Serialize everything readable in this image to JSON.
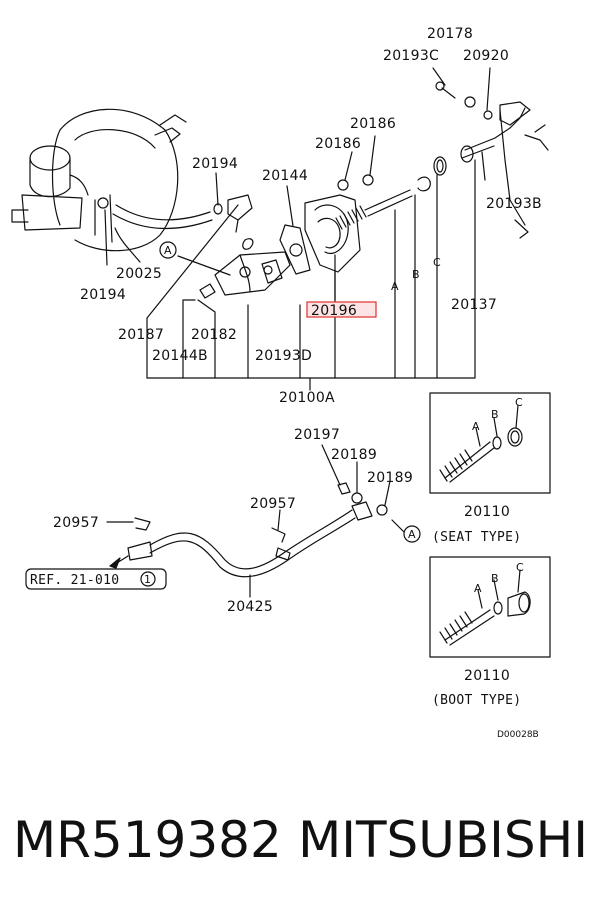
{
  "labels": {
    "p20178": "20178",
    "p20193C": "20193C",
    "p20920": "20920",
    "p20186a": "20186",
    "p20186b": "20186",
    "p20194a": "20194",
    "p20144": "20144",
    "p20193B": "20193B",
    "p20025": "20025",
    "p20194b": "20194",
    "p20196": "20196",
    "p20137": "20137",
    "p20187": "20187",
    "p20182": "20182",
    "p20144B": "20144B",
    "p20193D": "20193D",
    "p20100A": "20100A",
    "p20197": "20197",
    "p20189a": "20189",
    "p20189b": "20189",
    "p20957a": "20957",
    "p20957b": "20957",
    "p20425": "20425",
    "p20110a": "20110",
    "p20110b": "20110",
    "seat_type": "(SEAT TYPE)",
    "boot_type": "(BOOT TYPE)",
    "ref": "REF. 21-010",
    "ref_num": "1",
    "marker_a": "A",
    "letter_a": "A",
    "letter_b": "B",
    "letter_c": "C",
    "code": "D00028B"
  },
  "footer": {
    "part_number": "MR519382",
    "brand": "MITSUBISHI"
  },
  "colors": {
    "highlight": "#e03030",
    "highlight_fill": "#fde4e4",
    "line": "#111111"
  }
}
